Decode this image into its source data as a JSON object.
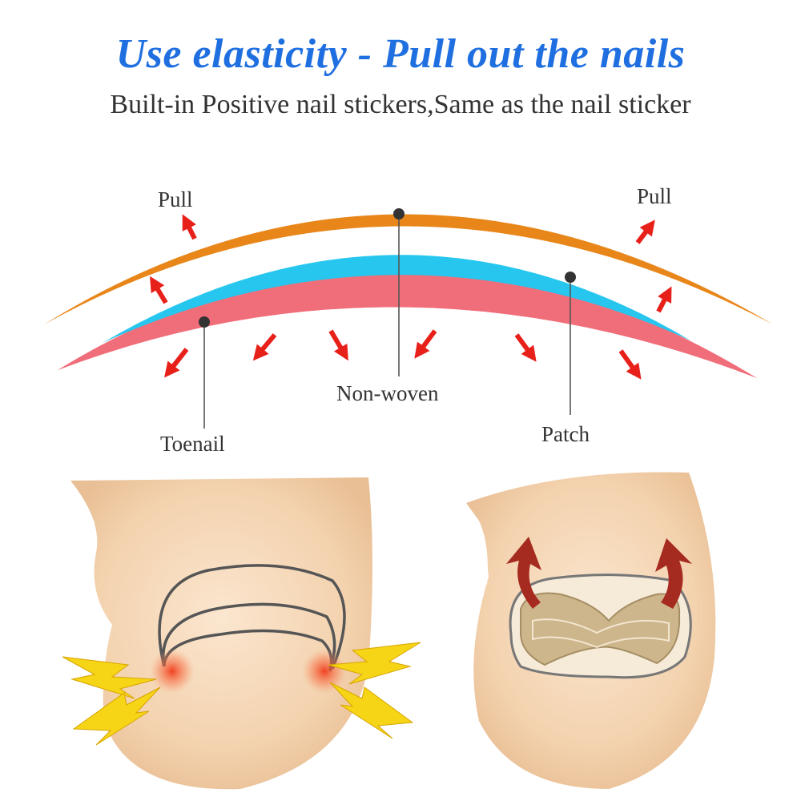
{
  "header": {
    "title": "Use elasticity - Pull out the nails",
    "subtitle": "Built-in Positive nail stickers,Same as the nail sticker"
  },
  "diagram": {
    "labels": {
      "pull_left": "Pull",
      "pull_right": "Pull",
      "non_woven": "Non-woven",
      "toenail": "Toenail",
      "patch": "Patch"
    }
  },
  "colors": {
    "title": "#1f6fe0",
    "non_woven_layer": "#e8861a",
    "patch_layer": "#27c6ee",
    "toenail_layer": "#f06d7a",
    "arrow_red": "#e8201a",
    "skin": "#f3d4b2",
    "lightning": "#f5d516",
    "pull_arrow": "#a52a20",
    "patch_pad": "#cdb58c"
  }
}
